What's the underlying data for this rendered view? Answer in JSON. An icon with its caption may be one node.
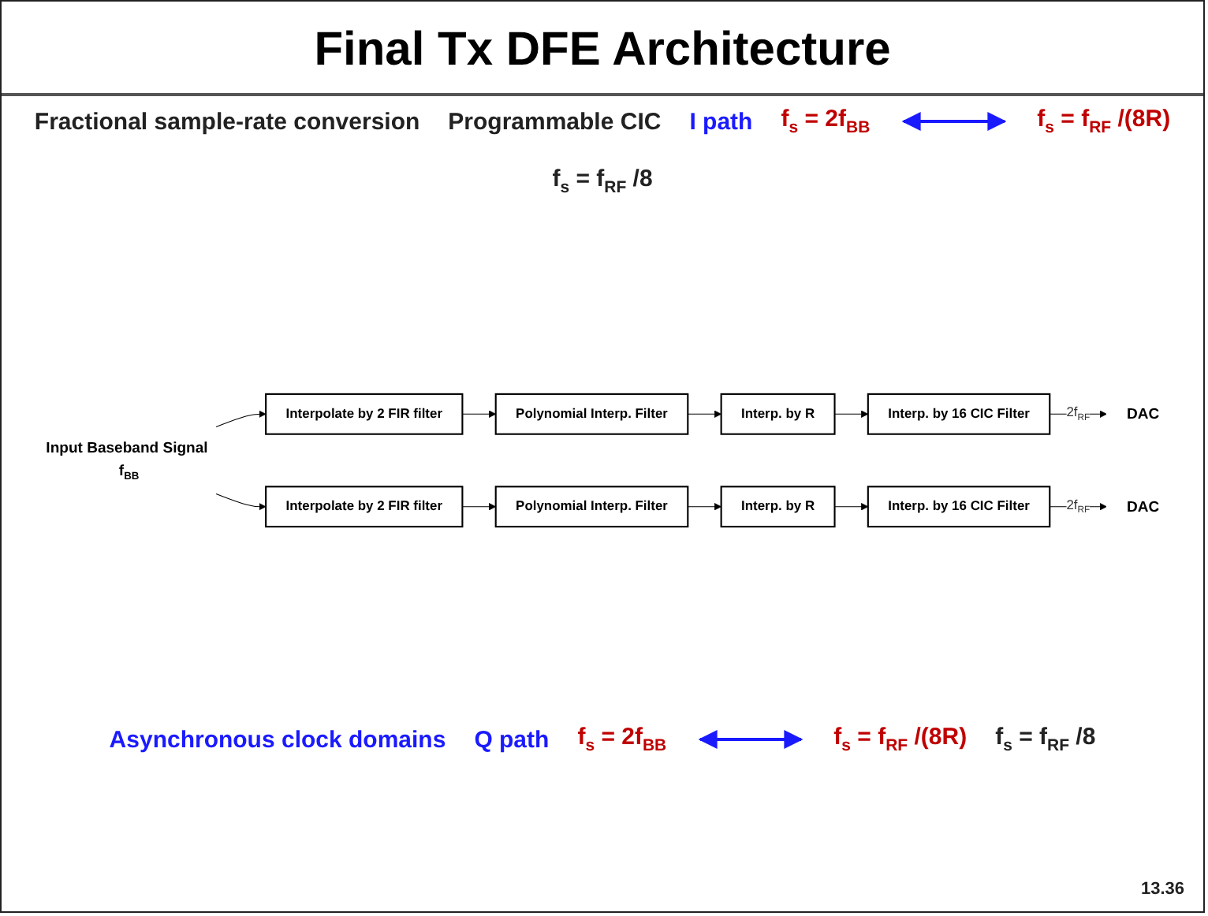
{
  "diagram": {
    "title": "Final Tx DFE Architecture",
    "nodes": [
      {
        "text": [
          "Input Baseband Signal f$_{BB}$"
        ]
      },
      {
        "text": [
          "Interpolate by 2 FIR filter"
        ]
      },
      {
        "text": [
          "Polynomial Interp. Filter"
        ]
      },
      {
        "text": [
          "Interp. by R"
        ]
      },
      {
        "text": [
          "Interp. by 16 CIC Filter"
        ]
      },
      {
        "text": [
          "DAC"
        ]
      },
      {
        "text": [
          "Interpolate by 2 FIR filter"
        ]
      },
      {
        "text": [
          "Polynomial Interp. Filter"
        ]
      },
      {
        "text": [
          "Interp. by R"
        ]
      },
      {
        "text": [
          "Interp. by 16 CIC Filter"
        ]
      },
      {
        "text": [
          "DAC"
        ]
      }
    ],
    "edges": [
      {
        "from": 0,
        "to": 1,
        "arrow": "to"
      },
      {
        "from": 1,
        "to": 2,
        "arrow": "to"
      },
      {
        "from": 2,
        "to": 3,
        "arrow": "to"
      },
      {
        "from": 3,
        "to": 4,
        "arrow": "to"
      },
      {
        "from": 4,
        "to": 5,
        "arrow": "to",
        "label": "2f$_{RF}$"
      },
      {
        "from": 0,
        "to": 6,
        "arrow": "to"
      },
      {
        "from": 6,
        "to": 7,
        "arrow": "to"
      },
      {
        "from": 7,
        "to": 8,
        "arrow": "to"
      },
      {
        "from": 8,
        "to": 9,
        "arrow": "to"
      },
      {
        "from": 9,
        "to": 10,
        "arrow": "to",
        "label": "2f$_{RF}$"
      }
    ],
    "labels": [
      "Fractional sample-rate conversion",
      "Programmable CIC",
      "I path",
      "f$_{s}$ = 2f$_{BB}$",
      "f$_{s}$ = f$_{RF}$ /(8R)",
      "f$_{s}$ = f$_{RF}$ /8",
      "Asynchronous clock domains",
      "Q path",
      "f$_{s}$ = 2f$_{BB}$",
      "f$_{s}$ = f$_{RF}$ /(8R)",
      "f$_{s}$ = f$_{RF}$ /8",
      "13.36"
    ]
  }
}
